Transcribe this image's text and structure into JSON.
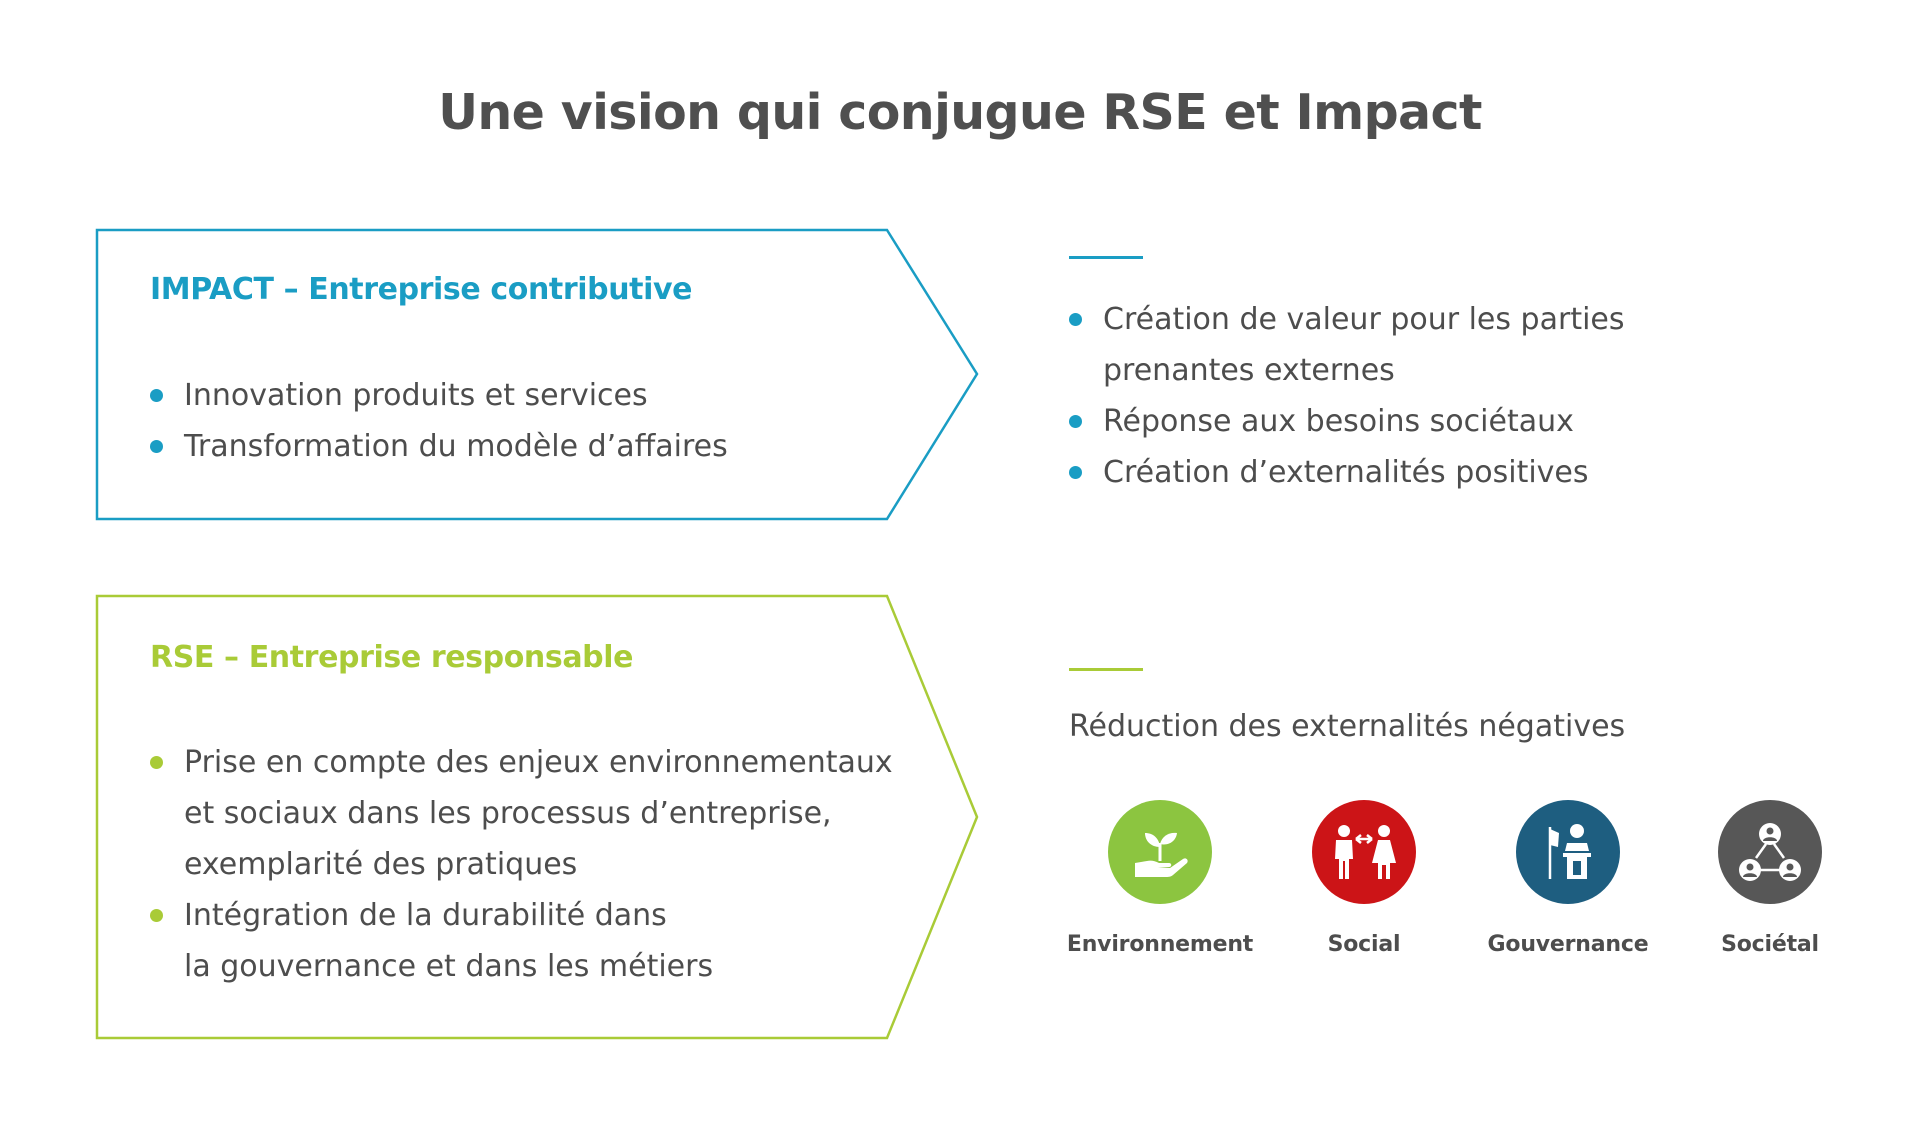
{
  "title": "Une vision qui conjugue RSE et Impact",
  "colors": {
    "impact": "#1a9dc4",
    "rse": "#a9cb37",
    "text": "#4d4d4d",
    "title": "#4f4f4f"
  },
  "impact": {
    "heading": "IMPACT – Entreprise contributive",
    "bullets": [
      [
        "Innovation produits et services"
      ],
      [
        "Transformation du modèle d’affaires"
      ]
    ],
    "outcomes": [
      [
        "Création de valeur pour les parties",
        "prenantes externes"
      ],
      [
        "Réponse aux besoins sociétaux"
      ],
      [
        "Création d’externalités positives"
      ]
    ]
  },
  "rse": {
    "heading": "RSE – Entreprise responsable",
    "bullets": [
      [
        "Prise en compte des enjeux environnementaux",
        "et sociaux dans les processus d’entreprise,",
        "exemplarité des pratiques"
      ],
      [
        "Intégration de la durabilité dans",
        "la gouvernance et dans les métiers"
      ]
    ],
    "outcome": "Réduction des externalités négatives",
    "pillars": [
      {
        "label": "Environnement",
        "icon": "plant-in-hand-icon",
        "color": "#8cc540"
      },
      {
        "label": "Social",
        "icon": "people-exchange-icon",
        "color": "#cc1417"
      },
      {
        "label": "Gouvernance",
        "icon": "speaker-podium-icon",
        "color": "#1e5e80"
      },
      {
        "label": "Sociétal",
        "icon": "community-network-icon",
        "color": "#575757"
      }
    ]
  }
}
